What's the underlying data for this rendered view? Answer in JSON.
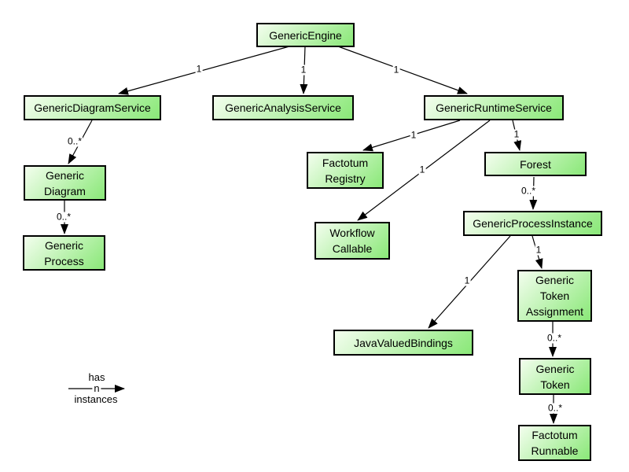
{
  "diagram": {
    "colors": {
      "background": "#ffffff",
      "node_fill_top": "#f3feee",
      "node_fill_bottom": "#8ae878",
      "node_border": "#000000",
      "edge": "#000000"
    },
    "nodes": [
      {
        "id": "generic-engine",
        "label": "GenericEngine"
      },
      {
        "id": "generic-diagram-service",
        "label": "GenericDiagramService"
      },
      {
        "id": "generic-analysis-service",
        "label": "GenericAnalysisService"
      },
      {
        "id": "generic-runtime-service",
        "label": "GenericRuntimeService"
      },
      {
        "id": "generic-diagram",
        "label": "Generic\nDiagram"
      },
      {
        "id": "generic-process",
        "label": "Generic\nProcess"
      },
      {
        "id": "factotum-registry",
        "label": "Factotum\nRegistry"
      },
      {
        "id": "workflow-callable",
        "label": "Workflow\nCallable"
      },
      {
        "id": "forest",
        "label": "Forest"
      },
      {
        "id": "generic-process-instance",
        "label": "GenericProcessInstance"
      },
      {
        "id": "java-valued-bindings",
        "label": "JavaValuedBindings"
      },
      {
        "id": "generic-token-assignment",
        "label": "Generic\nToken\nAssignment"
      },
      {
        "id": "generic-token",
        "label": "Generic\nToken"
      },
      {
        "id": "factotum-runnable",
        "label": "Factotum\nRunnable"
      }
    ],
    "edges": [
      {
        "from": "GenericEngine",
        "to": "GenericDiagramService",
        "label": "1"
      },
      {
        "from": "GenericEngine",
        "to": "GenericAnalysisService",
        "label": "1"
      },
      {
        "from": "GenericEngine",
        "to": "GenericRuntimeService",
        "label": "1"
      },
      {
        "from": "GenericDiagramService",
        "to": "Generic Diagram",
        "label": "0..*"
      },
      {
        "from": "Generic Diagram",
        "to": "Generic Process",
        "label": "0..*"
      },
      {
        "from": "GenericRuntimeService",
        "to": "Factotum Registry",
        "label": "1"
      },
      {
        "from": "GenericRuntimeService",
        "to": "Workflow Callable",
        "label": "1"
      },
      {
        "from": "GenericRuntimeService",
        "to": "Forest",
        "label": "1"
      },
      {
        "from": "Forest",
        "to": "GenericProcessInstance",
        "label": "0..*"
      },
      {
        "from": "GenericProcessInstance",
        "to": "JavaValuedBindings",
        "label": "1"
      },
      {
        "from": "GenericProcessInstance",
        "to": "Generic Token Assignment",
        "label": "1"
      },
      {
        "from": "Generic Token Assignment",
        "to": "Generic Token",
        "label": "0..*"
      },
      {
        "from": "Generic Token",
        "to": "Factotum Runnable",
        "label": "0..*"
      }
    ],
    "legend": {
      "top": "has",
      "middle": "n",
      "bottom": "instances"
    }
  }
}
